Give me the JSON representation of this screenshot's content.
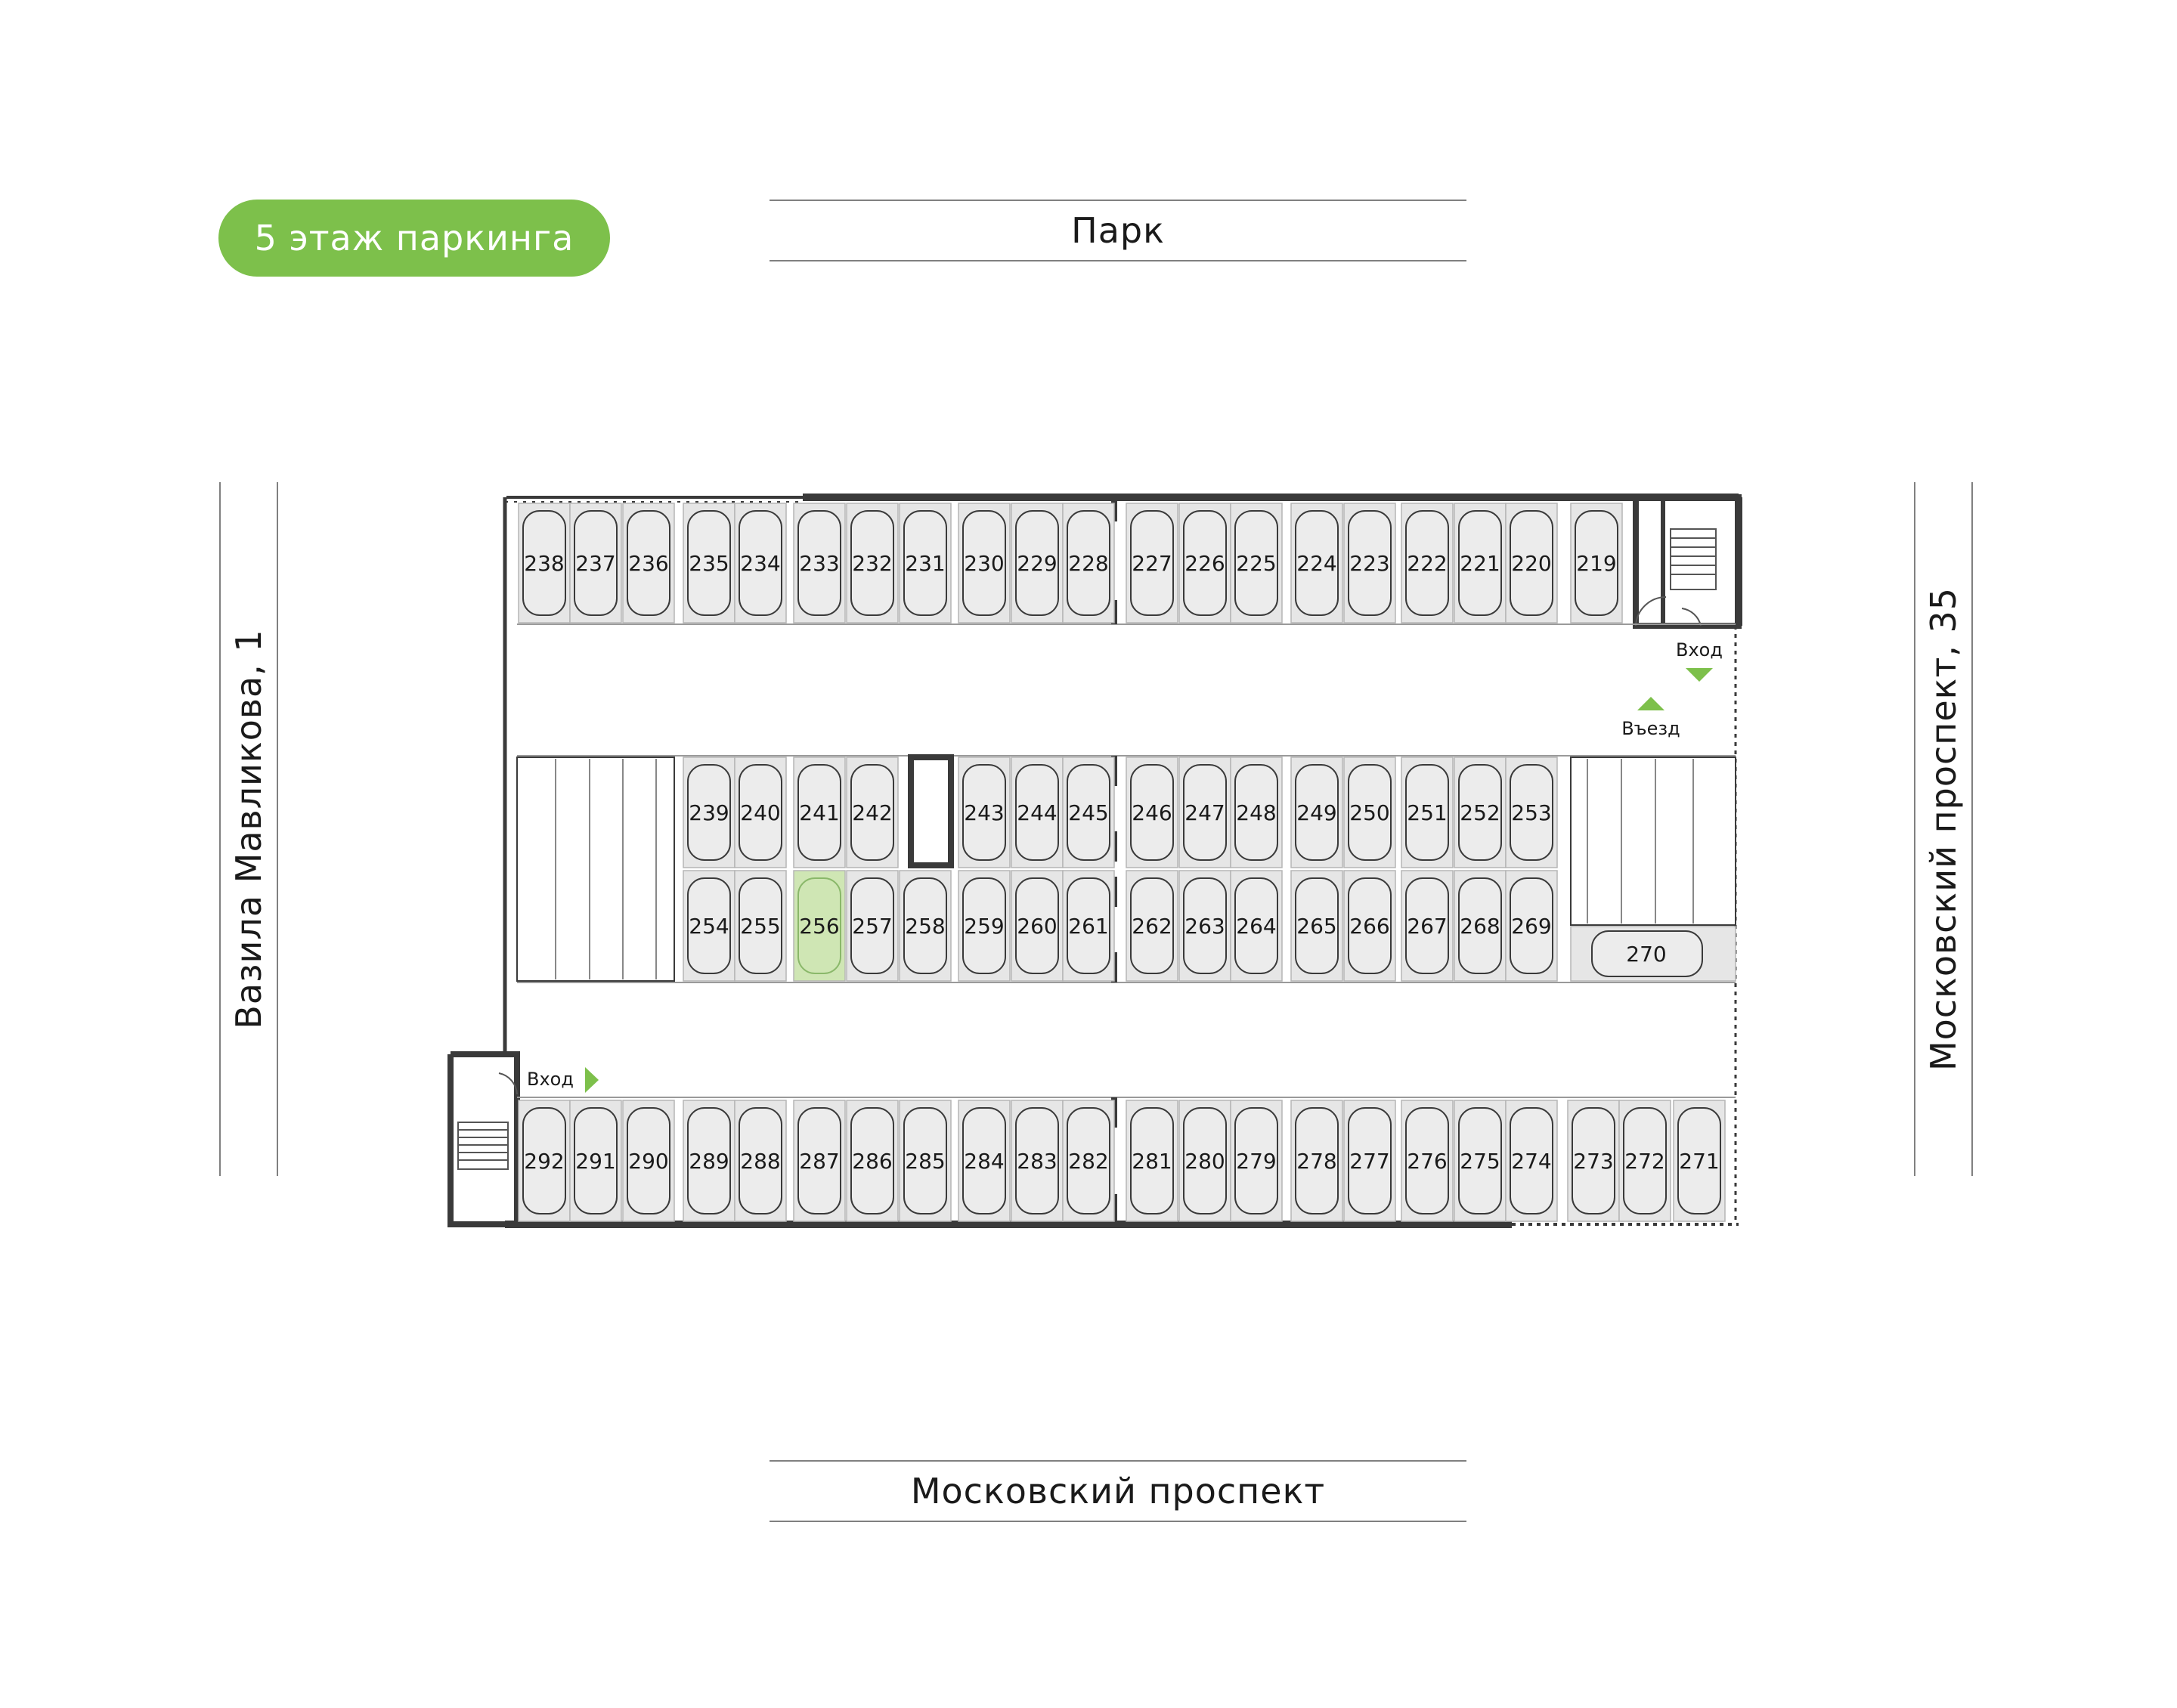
{
  "floor_badge": "5 этаж паркинга",
  "streets": {
    "top": "Парк",
    "bottom": "Московский проспект",
    "left": "Вазила Мавликова, 1",
    "right": "Московский проспект, 35"
  },
  "markers": {
    "entrance_label": "Вход",
    "driveway_label": "Въезд"
  },
  "colors": {
    "accent": "#7dc04b",
    "spot_fill": "#e6e6e6",
    "selected_spot_fill": "#cfe6b4",
    "wall": "#3a3a3a"
  },
  "selected_spot": "256",
  "spots": {
    "row_top": [
      "238",
      "237",
      "236",
      "235",
      "234",
      "233",
      "232",
      "231",
      "230",
      "229",
      "228",
      "227",
      "226",
      "225",
      "224",
      "223",
      "222",
      "221",
      "220",
      "219"
    ],
    "row_mid_upper": [
      "239",
      "240",
      "241",
      "242",
      "243",
      "244",
      "245",
      "246",
      "247",
      "248",
      "249",
      "250",
      "251",
      "252",
      "253"
    ],
    "row_mid_lower": [
      "254",
      "255",
      "256",
      "257",
      "258",
      "259",
      "260",
      "261",
      "262",
      "263",
      "264",
      "265",
      "266",
      "267",
      "268",
      "269"
    ],
    "wide": "270",
    "row_bottom": [
      "292",
      "291",
      "290",
      "289",
      "288",
      "287",
      "286",
      "285",
      "284",
      "283",
      "282",
      "281",
      "280",
      "279",
      "278",
      "277",
      "276",
      "275",
      "274",
      "273",
      "272",
      "271"
    ]
  }
}
